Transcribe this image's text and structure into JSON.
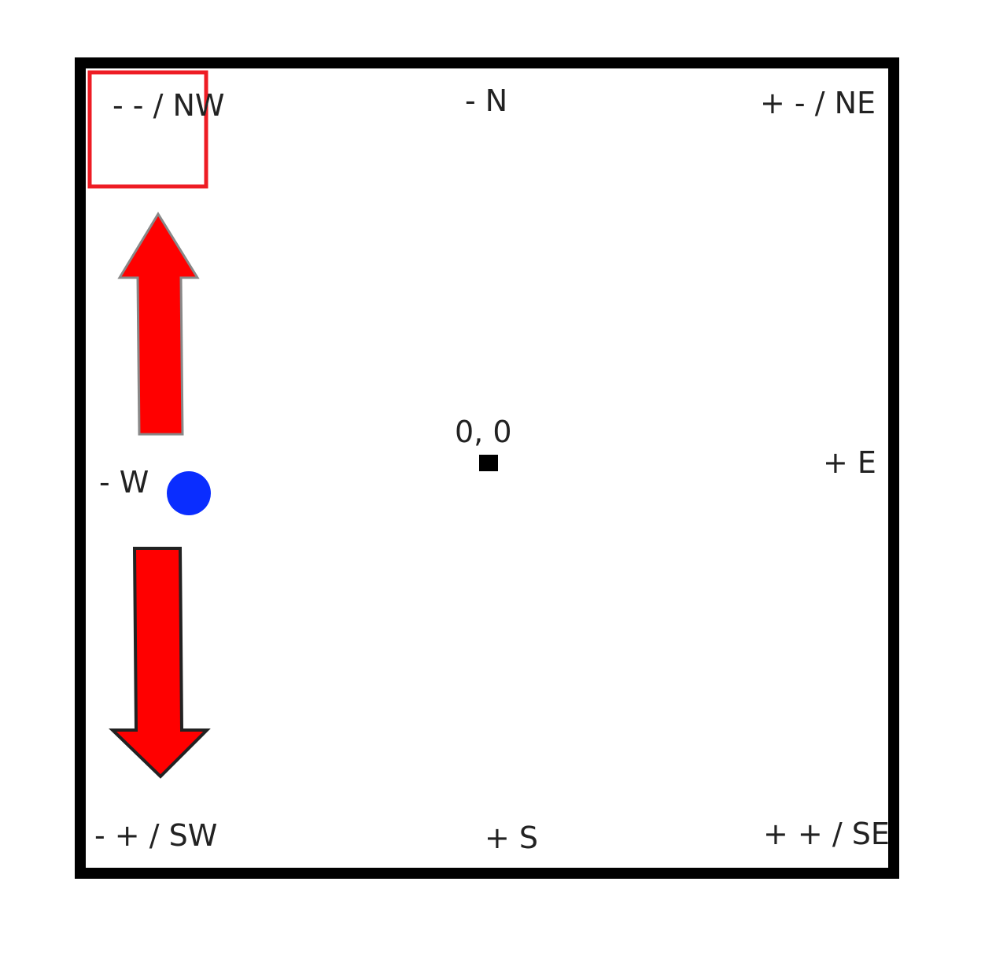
{
  "labels": {
    "nw": "- - / NW",
    "n": "- N",
    "ne": "+ - / NE",
    "w": "- W",
    "origin": "0, 0",
    "e": "+ E",
    "sw": "- + / SW",
    "s": "+ S",
    "se": "+ + / SE"
  },
  "colors": {
    "frame": "#000000",
    "highlight_box": "#ee1c24",
    "arrow_fill": "#ff0000",
    "marker": "#0a2dff",
    "origin_marker": "#000000",
    "text": "#222222"
  },
  "icons": {
    "up_arrow": "arrow-up-icon",
    "down_arrow": "arrow-down-icon",
    "position_marker": "blue-dot-marker",
    "origin": "origin-square-marker"
  }
}
